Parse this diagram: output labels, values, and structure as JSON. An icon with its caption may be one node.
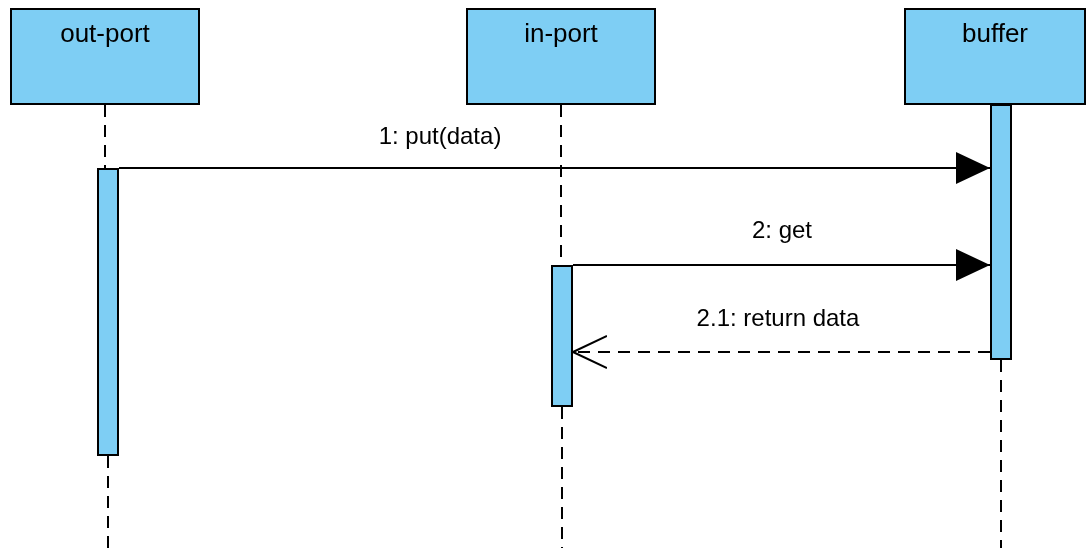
{
  "diagram": {
    "nodes": [
      {
        "text": [
          "out-port"
        ]
      },
      {
        "text": [
          "in-port"
        ]
      },
      {
        "text": [
          "buffer"
        ]
      },
      {
        "text": [],
        "shape": "bar"
      },
      {
        "text": [],
        "shape": "bar"
      },
      {
        "text": [],
        "shape": "bar"
      }
    ],
    "edges": [
      {
        "from": 0,
        "to": 3,
        "arrow": "none",
        "style": "dashed"
      },
      {
        "from": 3,
        "to": null,
        "arrow": "none",
        "style": "dashed"
      },
      {
        "from": 1,
        "to": 4,
        "arrow": "none",
        "style": "dashed"
      },
      {
        "from": 4,
        "to": null,
        "arrow": "none",
        "style": "dashed"
      },
      {
        "from": 5,
        "to": null,
        "arrow": "none",
        "style": "dashed"
      },
      {
        "from": 3,
        "to": 5,
        "arrow": "to",
        "label": "1: put(data)"
      },
      {
        "from": 4,
        "to": 5,
        "arrow": "to",
        "label": "2: get"
      },
      {
        "from": 5,
        "to": 4,
        "arrow": "to",
        "label": "2.1: return data",
        "style": "dashed"
      }
    ]
  }
}
